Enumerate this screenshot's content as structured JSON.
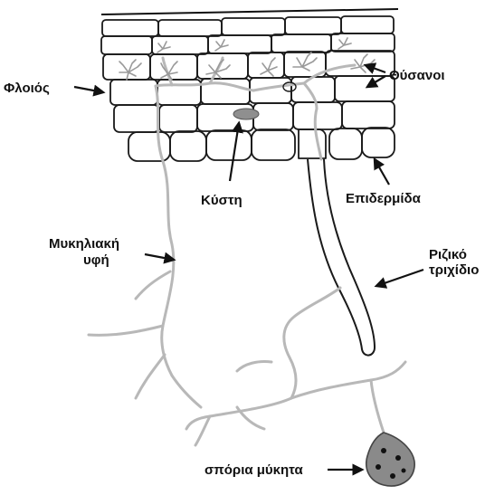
{
  "labels": {
    "cortex": "Φλοιός",
    "tufts": "Θύσανοι",
    "vesicle": "Κύστη",
    "epidermis": "Επιδερμίδα",
    "hypha_line1": "Μυκηλιακή",
    "hypha_line2": "υφή",
    "root_hair_line1": "Ριζικό",
    "root_hair_line2": "τριχίδιο",
    "spores": "σπόρια μύκητα"
  },
  "colors": {
    "ink": "#111111",
    "hypha": "#b8b8b8",
    "cell_wall": "#1a1a1a",
    "spore_fill": "#8a8a8a",
    "background": "#ffffff"
  }
}
